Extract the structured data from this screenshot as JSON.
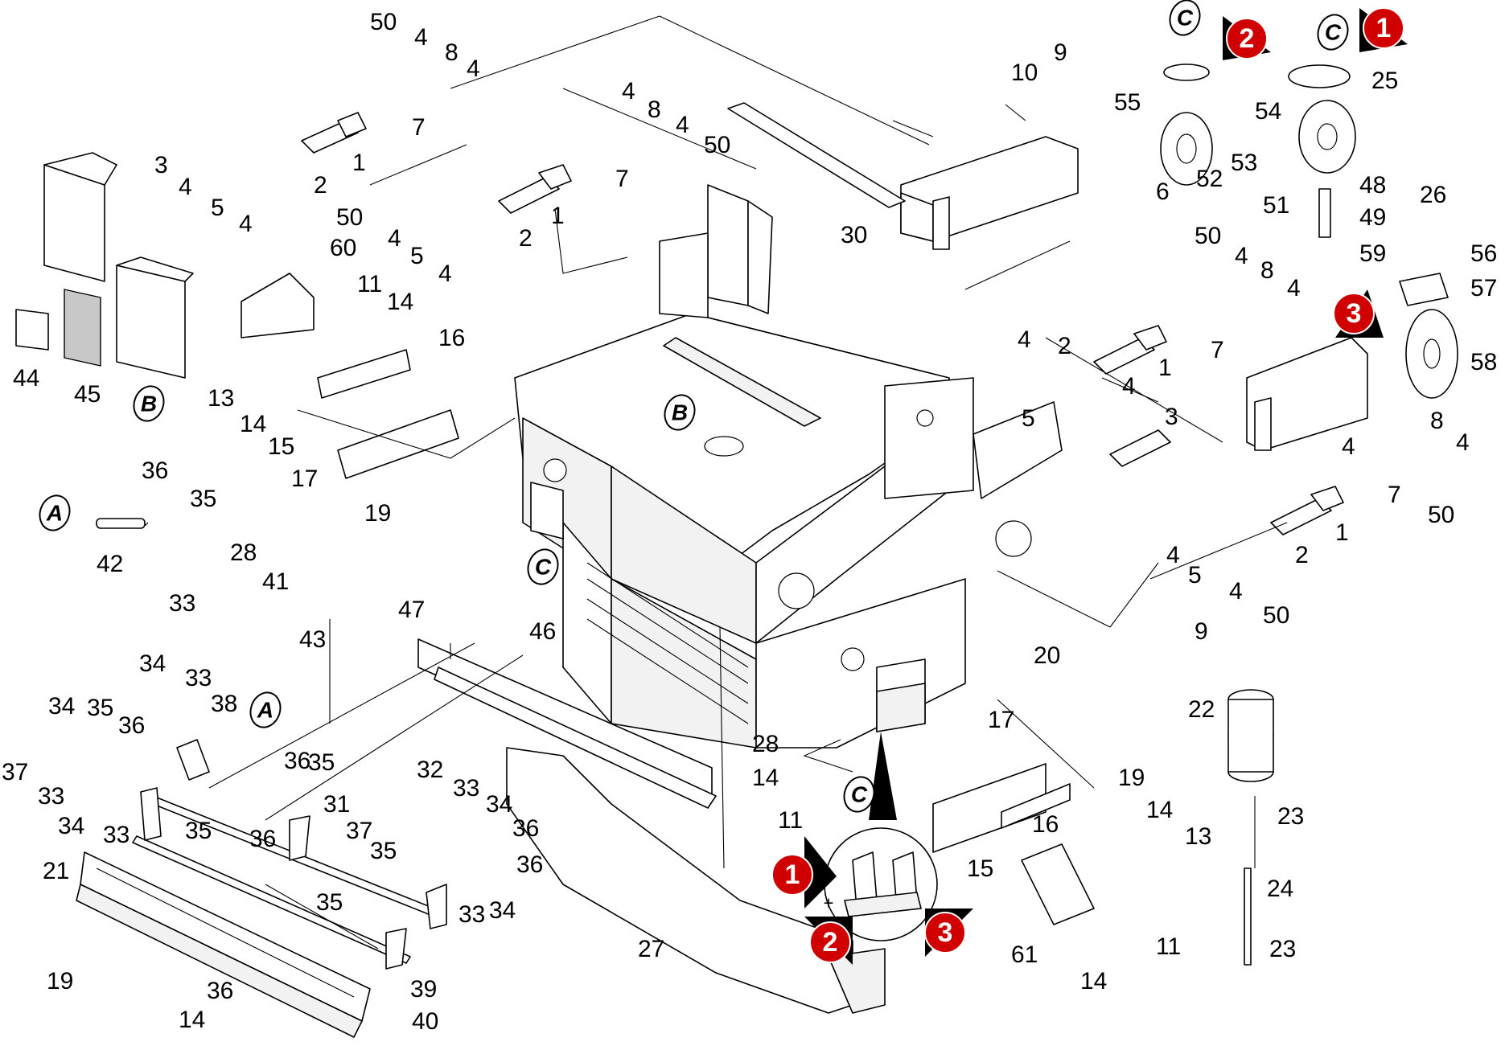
{
  "reference_tags": [
    "A",
    "B",
    "C"
  ],
  "variant_markers": [
    "1",
    "2",
    "3"
  ],
  "plus_symbol": "+",
  "callout_numbers": [
    "50",
    "4",
    "8",
    "4",
    "3",
    "4",
    "5",
    "2",
    "1",
    "7",
    "4",
    "4",
    "8",
    "4",
    "50",
    "7",
    "50",
    "4",
    "5",
    "2",
    "1",
    "4",
    "60",
    "11",
    "14",
    "44",
    "45",
    "13",
    "14",
    "15",
    "16",
    "17",
    "19",
    "36",
    "35",
    "42",
    "28",
    "41",
    "33",
    "43",
    "47",
    "46",
    "34",
    "33",
    "34",
    "35",
    "36",
    "38",
    "37",
    "33",
    "34",
    "33",
    "35",
    "36",
    "31",
    "36",
    "35",
    "32",
    "33",
    "34",
    "36",
    "37",
    "35",
    "36",
    "33",
    "34",
    "35",
    "21",
    "39",
    "19",
    "36",
    "14",
    "40",
    "27",
    "28",
    "14",
    "11",
    "30",
    "10",
    "9",
    "55",
    "54",
    "53",
    "6",
    "52",
    "51",
    "25",
    "48",
    "26",
    "49",
    "59",
    "50",
    "4",
    "8",
    "4",
    "56",
    "57",
    "58",
    "4",
    "2",
    "1",
    "7",
    "5",
    "4",
    "3",
    "4",
    "8",
    "4",
    "7",
    "50",
    "4",
    "5",
    "2",
    "1",
    "4",
    "50",
    "9",
    "20",
    "22",
    "17",
    "19",
    "14",
    "13",
    "16",
    "15",
    "23",
    "24",
    "23",
    "61",
    "14",
    "11"
  ],
  "colors": {
    "marker_red": "#d10000",
    "line": "#000000",
    "background": "#ffffff"
  }
}
